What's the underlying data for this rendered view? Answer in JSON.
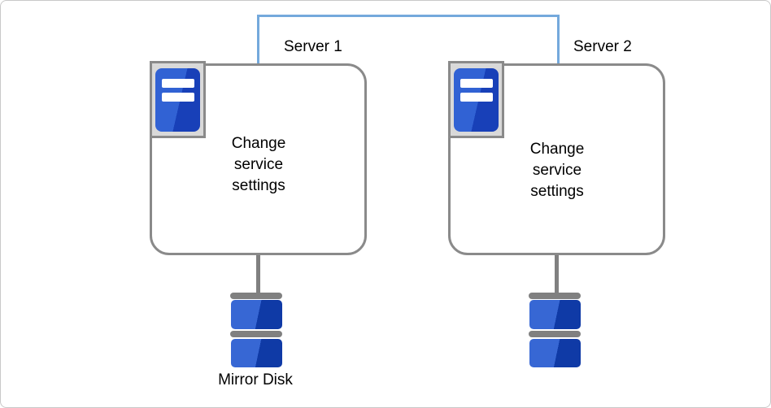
{
  "diagram": {
    "servers": [
      {
        "name": "Server 1",
        "action": "Change service settings"
      },
      {
        "name": "Server 2",
        "action": "Change service settings"
      }
    ],
    "disk_label": "Mirror Disk",
    "icons": {
      "server_icon": "server-tower-icon",
      "disk_icon": "disk-stack-icon",
      "link": "network-link-line"
    },
    "colors": {
      "link_blue": "#74a9dc",
      "box_border_gray": "#8a8a8a",
      "icon_frame_fill": "#d9d9d9",
      "server_blue_light": "#3162d4",
      "server_blue_dark": "#1840b8",
      "disk_blue_light": "#3767d4",
      "disk_blue_dark": "#0f3aa6",
      "hardware_gray": "#808080",
      "text": "#000000"
    }
  }
}
